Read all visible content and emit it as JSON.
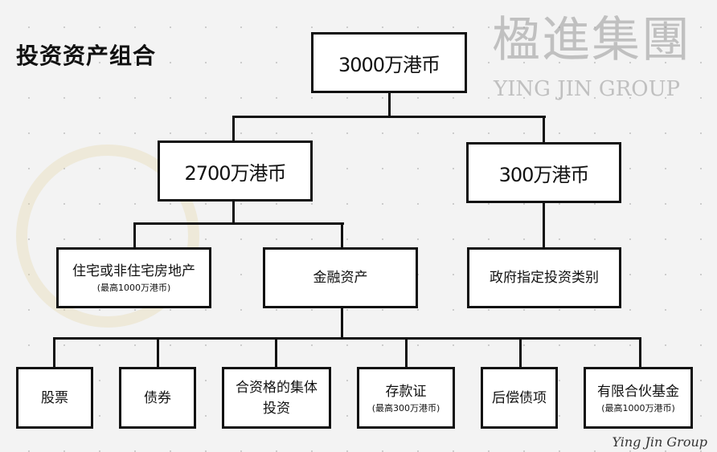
{
  "title": "投资资产组合",
  "root": {
    "label": "3000万港币"
  },
  "level1": [
    {
      "label": "2700万港币"
    },
    {
      "label": "300万港币"
    }
  ],
  "level2": [
    {
      "label": "住宅或非住宅房地产",
      "note": "(最高1000万港币)"
    },
    {
      "label": "金融资产"
    },
    {
      "label": "政府指定投资类别"
    }
  ],
  "level3": [
    {
      "label": "股票"
    },
    {
      "label": "债券"
    },
    {
      "label": "合资格的集体投资"
    },
    {
      "label": "存款证",
      "note": "(最高300万港币)"
    },
    {
      "label": "后偿债项"
    },
    {
      "label": "有限合伙基金",
      "note": "(最高1000万港币)"
    }
  ],
  "watermark": {
    "chinese": "楹進集團",
    "english": "YING JIN GROUP",
    "signature": "Ying Jin Group"
  }
}
